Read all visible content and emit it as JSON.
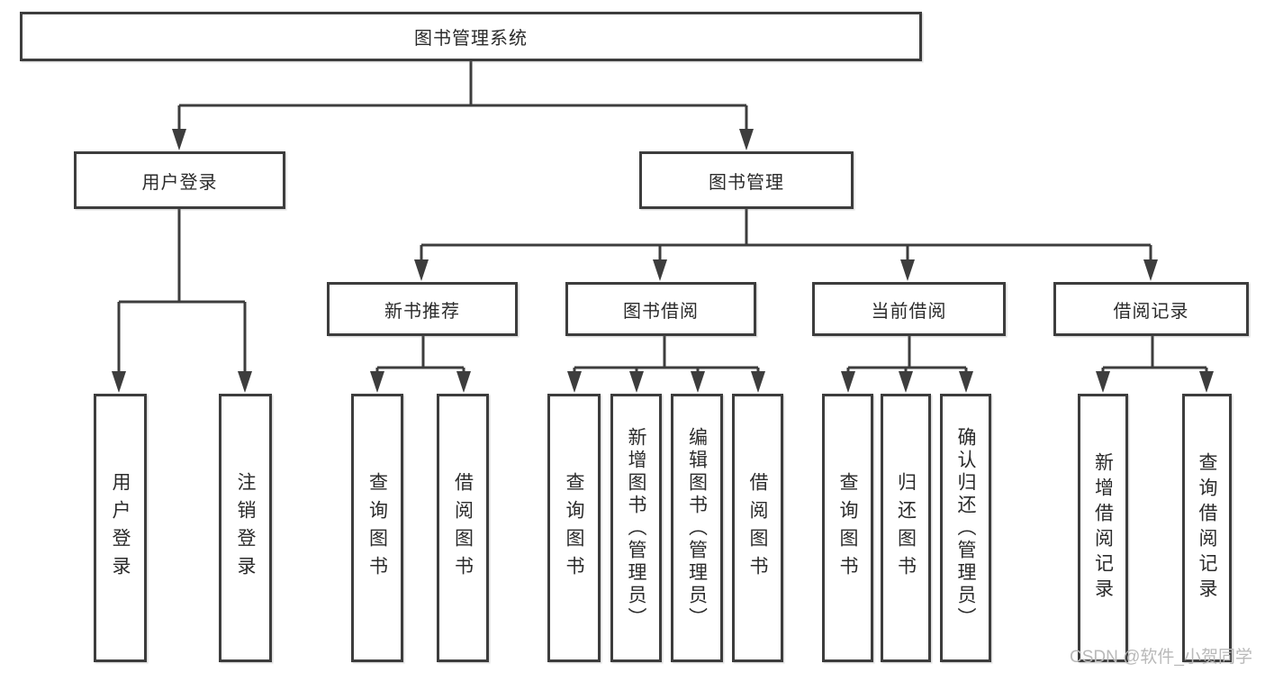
{
  "diagram": {
    "type": "hierarchy-tree",
    "background_color": "#ffffff",
    "line_color": "#3d3d3d",
    "box_border_color": "#3d3d3d",
    "text_color": "#2b2b2b",
    "nodes": {
      "root": "图书管理系统",
      "user_login": "用户登录",
      "book_mgmt": "图书管理",
      "new_book_rec": "新书推荐",
      "book_borrow": "图书借阅",
      "current_borrow": "当前借阅",
      "borrow_record": "借阅记录",
      "login": "用户登录",
      "logout": "注销登录",
      "query_book_1": "查询图书",
      "borrow_book_1": "借阅图书",
      "query_book_2": "查询图书",
      "add_book_admin": "新增图书（管理员）",
      "edit_book_admin": "编辑图书（管理员）",
      "borrow_book_2": "借阅图书",
      "query_book_3": "查询图书",
      "return_book": "归还图书",
      "confirm_return_admin": "确认归还（管理员）",
      "add_borrow_record": "新增借阅记录",
      "query_borrow_record": "查询借阅记录"
    },
    "hierarchy": {
      "root": [
        "user_login",
        "book_mgmt"
      ],
      "user_login": [
        "login",
        "logout"
      ],
      "book_mgmt": [
        "new_book_rec",
        "book_borrow",
        "current_borrow",
        "borrow_record"
      ],
      "new_book_rec": [
        "query_book_1",
        "borrow_book_1"
      ],
      "book_borrow": [
        "query_book_2",
        "add_book_admin",
        "edit_book_admin",
        "borrow_book_2"
      ],
      "current_borrow": [
        "query_book_3",
        "return_book",
        "confirm_return_admin"
      ],
      "borrow_record": [
        "add_borrow_record",
        "query_borrow_record"
      ]
    },
    "watermark": {
      "text": "CSDN @软件_小贺同学",
      "color": "#b9b9b9"
    }
  }
}
